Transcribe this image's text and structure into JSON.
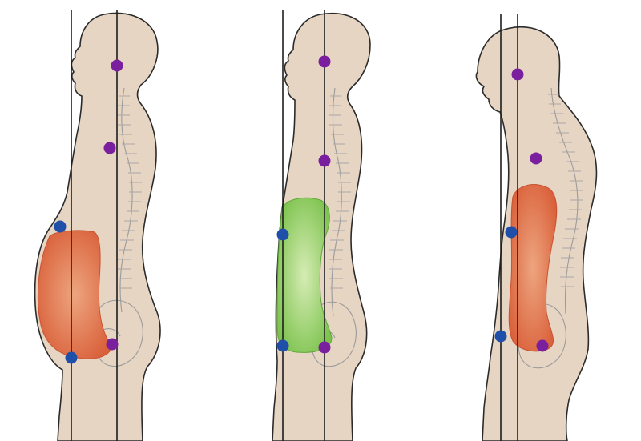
{
  "colors": {
    "skin": "#e7d5c3",
    "skin_shadow": "#d9c2ab",
    "outline": "#2b2b2b",
    "spine": "#9b9b9b",
    "plumb_line": "#1e1e1e",
    "landmark_purple": "#7a1f9e",
    "landmark_blue": "#1f4fa8",
    "region_red": "#d9603a",
    "region_red_center": "#eda57f",
    "region_green": "#7cc24d",
    "region_green_center": "#d6ecb4"
  },
  "figures": [
    {
      "posture": "left",
      "abdominal_region_color": "red",
      "landmarks": [
        {
          "kind": "purple"
        },
        {
          "kind": "purple"
        },
        {
          "kind": "blue"
        },
        {
          "kind": "blue"
        },
        {
          "kind": "purple"
        }
      ]
    },
    {
      "posture": "middle",
      "abdominal_region_color": "green",
      "landmarks": [
        {
          "kind": "purple"
        },
        {
          "kind": "purple"
        },
        {
          "kind": "blue"
        },
        {
          "kind": "blue"
        },
        {
          "kind": "purple"
        }
      ]
    },
    {
      "posture": "right",
      "abdominal_region_color": "red",
      "landmarks": [
        {
          "kind": "purple"
        },
        {
          "kind": "purple"
        },
        {
          "kind": "blue"
        },
        {
          "kind": "blue"
        },
        {
          "kind": "purple"
        }
      ]
    }
  ]
}
